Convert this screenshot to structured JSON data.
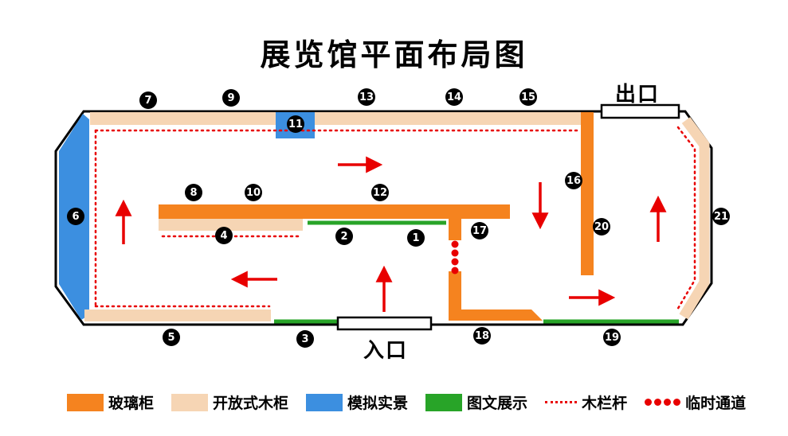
{
  "title": "展览馆平面布局图",
  "exit_label": "出口",
  "entrance_label": "入口",
  "legend": [
    {
      "label": "玻璃柜",
      "color": "#F5831F",
      "key": "glass-cabinet"
    },
    {
      "label": "开放式木柜",
      "color": "#F6D5B4",
      "key": "open-wood-cabinet"
    },
    {
      "label": "模拟实景",
      "color": "#3C8FE0",
      "key": "simulated-scene"
    },
    {
      "label": "图文展示",
      "color": "#28A428",
      "key": "graphic-display"
    },
    {
      "label": "木栏杆",
      "color": "#E80000",
      "key": "wooden-railing"
    },
    {
      "label": "临时通道",
      "color": "#E80000",
      "key": "temporary-passage"
    }
  ],
  "markers": [
    "1",
    "2",
    "3",
    "4",
    "5",
    "6",
    "7",
    "8",
    "9",
    "10",
    "11",
    "12",
    "13",
    "14",
    "15",
    "16",
    "17",
    "18",
    "19",
    "20",
    "21"
  ]
}
